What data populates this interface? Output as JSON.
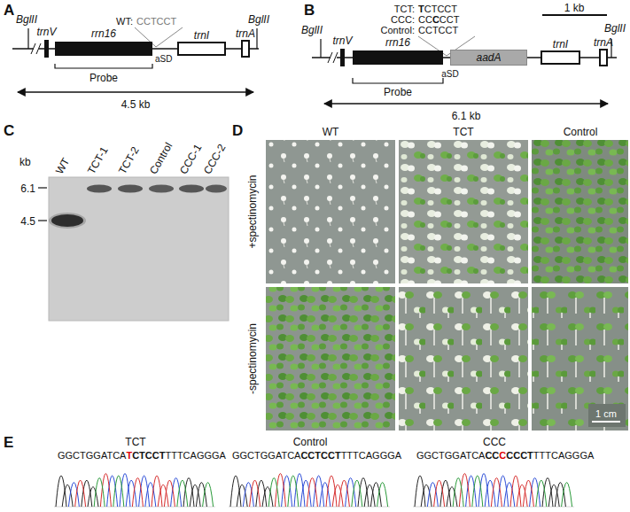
{
  "diagram": {
    "nodes": [
      {
        "text": [
          "trnV"
        ]
      },
      {
        "text": [
          "rrn16"
        ]
      },
      {
        "text": [
          "trnI"
        ]
      },
      {
        "text": [
          "trnA"
        ]
      },
      {
        "text": [
          "trnV"
        ]
      },
      {
        "text": [
          "rrn16"
        ]
      },
      {
        "text": [
          "aadA"
        ]
      },
      {
        "text": [
          "trnI"
        ]
      },
      {
        "text": [
          "trnA"
        ]
      }
    ],
    "labels": [
      "A",
      "BglII",
      "BglII",
      "WT:",
      "CCTCCT",
      "aSD",
      "Probe",
      "4.5 kb",
      "B",
      "TCT:",
      "T",
      "CTCCT",
      "CCC:",
      "CC",
      "C",
      "CCT",
      "Control:",
      "CCTCCT",
      "1 kb",
      "BglII",
      "BglII",
      "aSD",
      "Probe",
      "6.1 kb",
      "C",
      "kb",
      "WT",
      "TCT-1",
      "TCT-2",
      "Control",
      "CCC-1",
      "CCC-2",
      "6.1",
      "4.5",
      "D",
      "WT",
      "TCT",
      "Control",
      "+spectinomycin",
      "-spectinomycin",
      "1 cm",
      "E",
      "TCT",
      "Control",
      "CCC",
      "GGCTGGATCA",
      "T",
      "CTCCT",
      "TTTCAGGGA",
      "GGCTGGATCA",
      "CCTCCT",
      "TTTCAGGGA",
      "GGCTGGATCA",
      "CC",
      "C",
      "CCCT",
      "TTTCAGGGA"
    ]
  }
}
